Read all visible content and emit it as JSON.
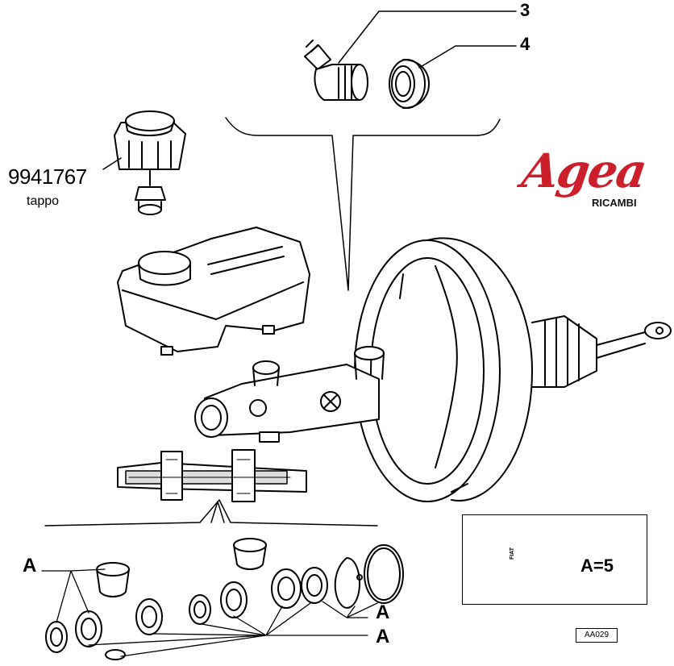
{
  "callouts": {
    "part3": "3",
    "part4": "4",
    "cap_code": "9941767",
    "cap_name": "tappo"
  },
  "seal_labels": {
    "left": "A",
    "right_upper": "A",
    "right_lower": "A"
  },
  "kit": {
    "quantity": "A=5",
    "badge_text": "FIAT"
  },
  "reference_code": "AA029",
  "logo": {
    "word": "Agea",
    "sub": "RICAMBI",
    "color": "#cc1f2c"
  }
}
